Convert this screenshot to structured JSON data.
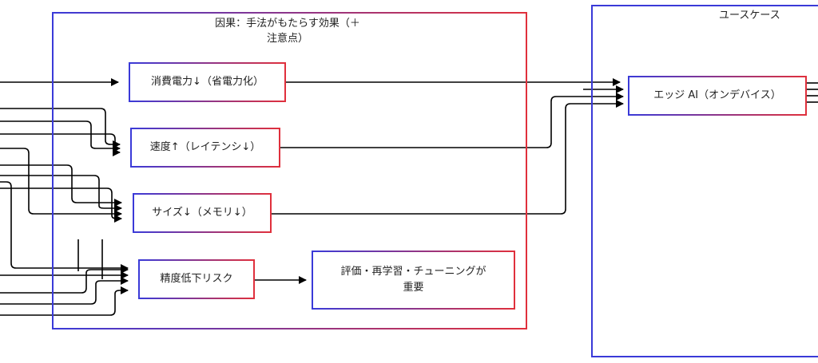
{
  "groups": {
    "effects_title_line1": "因果：手法がもたらす効果（＋",
    "effects_title_line2": "注意点）",
    "usecase_title": "ユースケース"
  },
  "nodes": {
    "power": "消費電力↓（省電力化）",
    "speed": "速度↑（レイテンシ↓）",
    "size": "サイズ↓（メモリ↓）",
    "risk": "精度低下リスク",
    "retrain_line1": "評価・再学習・チューニングが",
    "retrain_line2": "重要",
    "edge_ai": "エッジ AI（オンデバイス）"
  },
  "colors": {
    "border_left": "#3a3ad8",
    "border_right": "#e0303c",
    "wire": "#000000"
  }
}
